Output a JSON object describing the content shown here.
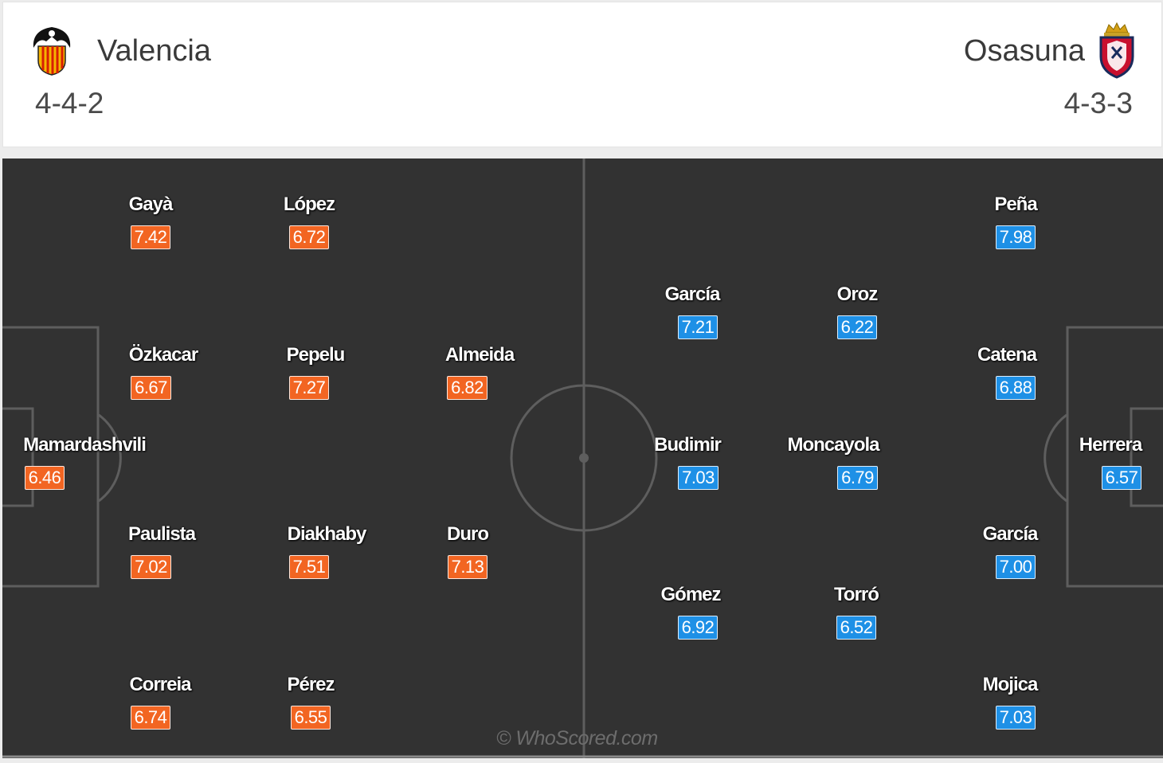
{
  "header": {
    "home": {
      "name": "Valencia",
      "formation": "4-4-2",
      "crest_icon": "valencia-bat-crest"
    },
    "away": {
      "name": "Osasuna",
      "formation": "4-3-3",
      "crest_icon": "osasuna-crowned-shield-crest"
    }
  },
  "colors": {
    "home_rating": "#f26522",
    "away_rating": "#1e90e6",
    "pitch": "#323232"
  },
  "watermark": "© WhoScored.com",
  "home_players": [
    {
      "name": "Gayà",
      "rating": "7.42"
    },
    {
      "name": "López",
      "rating": "6.72"
    },
    {
      "name": "Özkacar",
      "rating": "6.67"
    },
    {
      "name": "Pepelu",
      "rating": "7.27"
    },
    {
      "name": "Almeida",
      "rating": "6.82"
    },
    {
      "name": "Mamardashvili",
      "rating": "6.46"
    },
    {
      "name": "Paulista",
      "rating": "7.02"
    },
    {
      "name": "Diakhaby",
      "rating": "7.51"
    },
    {
      "name": "Duro",
      "rating": "7.13"
    },
    {
      "name": "Correia",
      "rating": "6.74"
    },
    {
      "name": "Pérez",
      "rating": "6.55"
    }
  ],
  "away_players": [
    {
      "name": "Peña",
      "rating": "7.98"
    },
    {
      "name": "García",
      "rating": "7.21"
    },
    {
      "name": "Oroz",
      "rating": "6.22"
    },
    {
      "name": "Catena",
      "rating": "6.88"
    },
    {
      "name": "Budimir",
      "rating": "7.03"
    },
    {
      "name": "Moncayola",
      "rating": "6.79"
    },
    {
      "name": "Herrera",
      "rating": "6.57"
    },
    {
      "name": "García",
      "rating": "7.00"
    },
    {
      "name": "Gómez",
      "rating": "6.92"
    },
    {
      "name": "Torró",
      "rating": "6.52"
    },
    {
      "name": "Mojica",
      "rating": "7.03"
    }
  ]
}
